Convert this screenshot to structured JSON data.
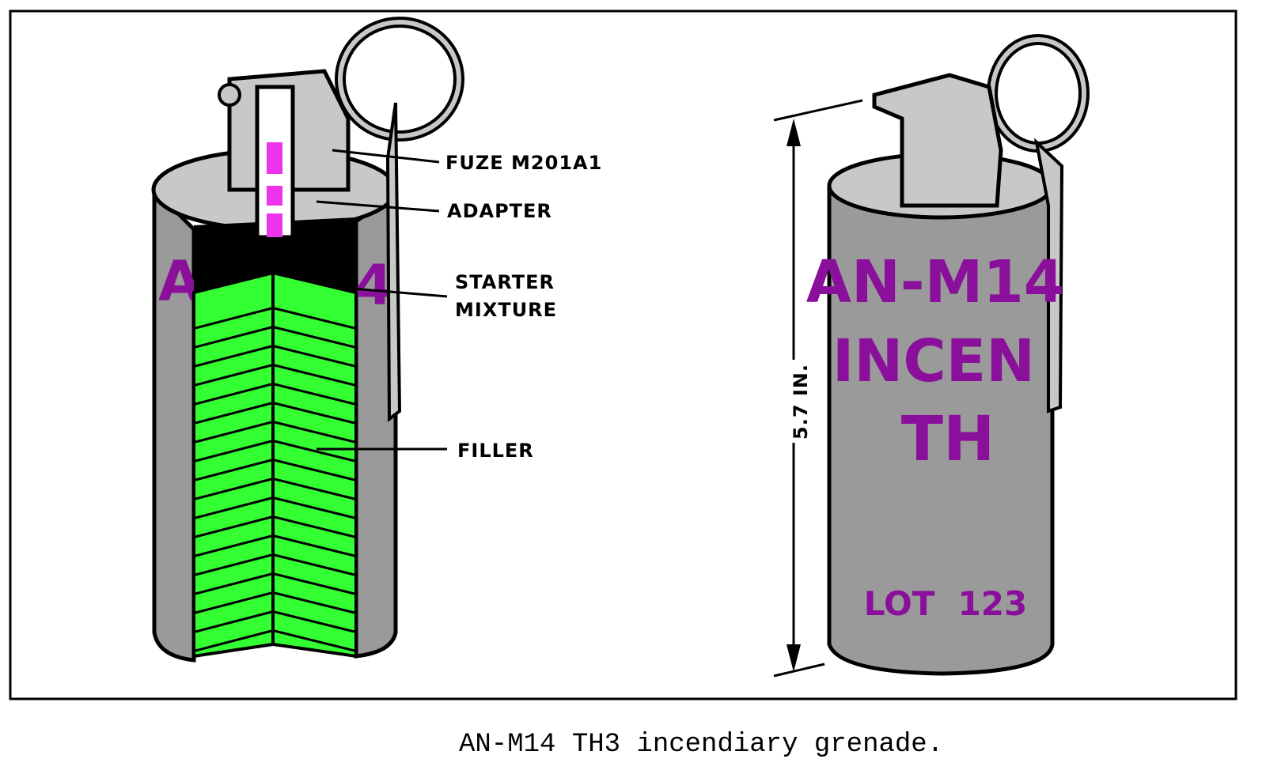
{
  "figure": {
    "caption": "AN-M14 TH3 incendiary grenade.",
    "callouts": {
      "fuze": "FUZE M201A1",
      "adapter": "ADAPTER",
      "starter_line1": "STARTER",
      "starter_line2": "MIXTURE",
      "filler": "FILLER"
    },
    "dimension": "5.7 IN.",
    "body_markings": {
      "line1": "AN-M14",
      "line2": "INCEN",
      "line3": "TH",
      "lot": "LOT  123"
    },
    "colors": {
      "body": "#9a9a9a",
      "fuze": "#c8c8c8",
      "filler": "#33ff33",
      "starter": "#000000",
      "marking": "#8a0f9a",
      "delay": "#ee33ee"
    }
  }
}
